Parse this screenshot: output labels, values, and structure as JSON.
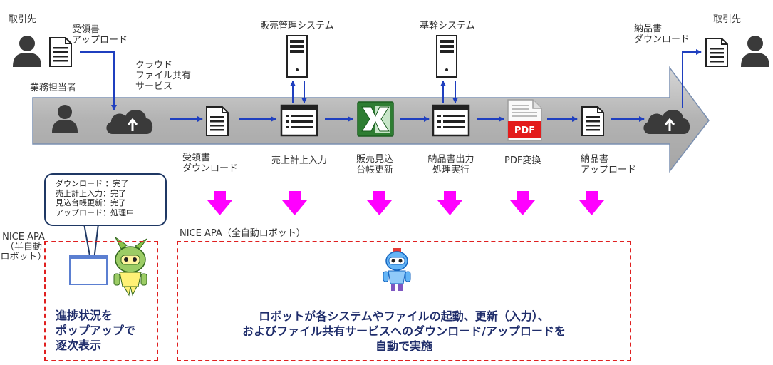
{
  "actors": {
    "left_client": "取引先",
    "right_client": "取引先",
    "staff": "業務担当者"
  },
  "top_labels": {
    "receipt_upload": [
      "受領書",
      "アップロード"
    ],
    "cloud": [
      "クラウド",
      "ファイル共有",
      "サービス"
    ],
    "sales_system": "販売管理システム",
    "core_system": "基幹システム",
    "delivery_download": [
      "納品書",
      "ダウンロード"
    ]
  },
  "steps": [
    {
      "label": [
        "受領書",
        "ダウンロード"
      ]
    },
    {
      "label": [
        "売上計上入力"
      ]
    },
    {
      "label": [
        "販売見込",
        "台帳更新"
      ]
    },
    {
      "label": [
        "納品書出力",
        "処理実行"
      ]
    },
    {
      "label": [
        "PDF変換"
      ]
    },
    {
      "label": [
        "納品書",
        "アップロード"
      ]
    }
  ],
  "pdf_icon_text": "PDF",
  "popup": {
    "lines": [
      "ダウンロード ：完了",
      "売上計上入力：完了",
      "見込台帳更新：完了",
      "アップロード：処理中"
    ]
  },
  "semi_auto": {
    "label": [
      "NICE APA",
      "（半自動",
      "ロボット）"
    ],
    "description": [
      "進捗状況を",
      "ポップアップで",
      "逐次表示"
    ]
  },
  "full_auto": {
    "label": "NICE APA（全自動ロボット）",
    "description": [
      "ロボットが各システムやファイルの起動、更新（入力）、",
      "およびファイル共有サービスへのダウンロード/アップロードを",
      "自動で実施"
    ]
  },
  "colors": {
    "band": "#bfbfbf",
    "flow_arrow": "#1f3fbf",
    "magenta": "#ff00ff",
    "dashed_border": "#e02020",
    "description_text": "#1f2d6b"
  }
}
